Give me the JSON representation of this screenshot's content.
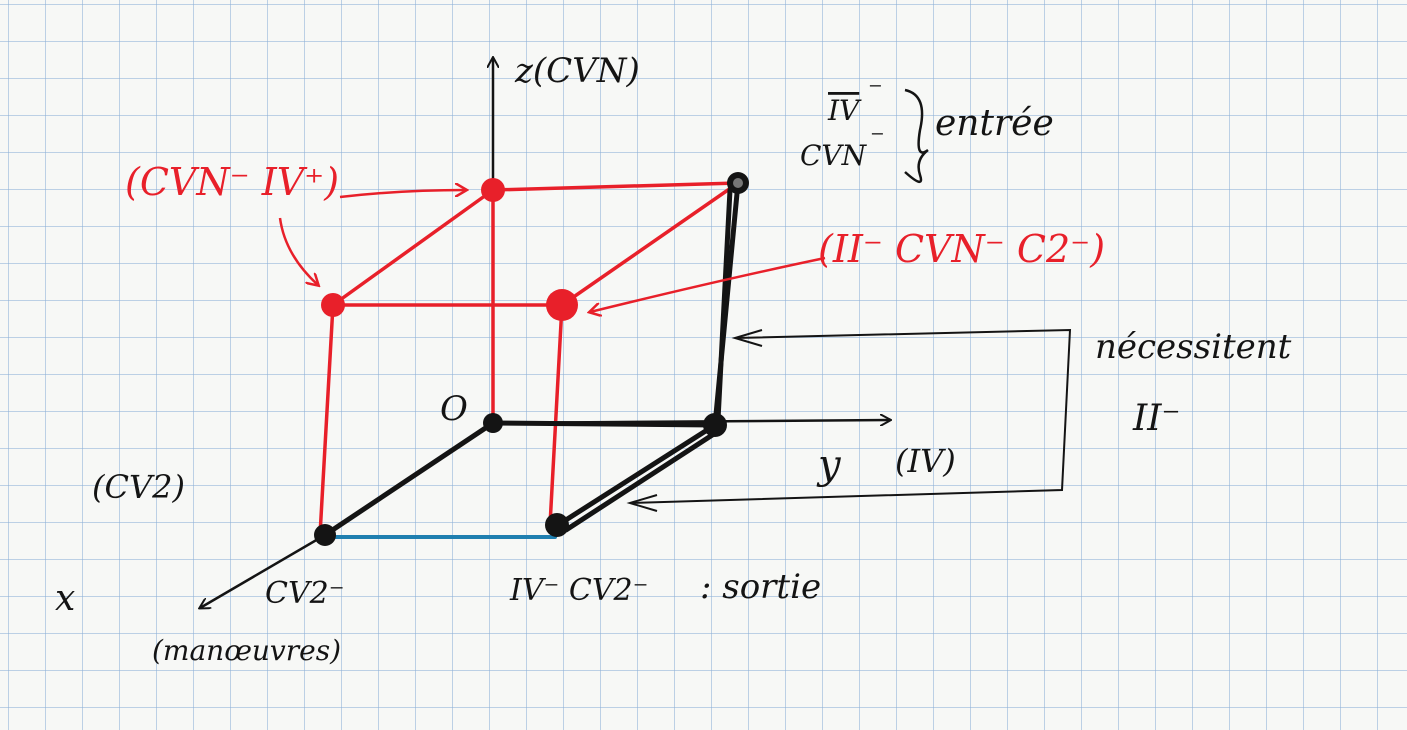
{
  "colors": {
    "ink": "#141414",
    "red": "#e8202a",
    "blue": "#1f7fb0",
    "grid": "#8cafd7",
    "paper": "#f7f8f6"
  },
  "axes": {
    "z": "z(CVN)",
    "y": "y",
    "y_annotation": "(IV)",
    "x": "x",
    "x_annotation": "(CV2)"
  },
  "labels": {
    "origin": "O",
    "entrée_top": "IV",
    "entrée_bottom": "CVN",
    "entrée_word": "entrée",
    "red_left": "(CVN⁻ IV⁺)",
    "red_right": "(II⁻ CVN⁻ C2⁻)",
    "nécessitent": "nécessitent",
    "nécessitent_value": "II⁻",
    "x_corner": "CV2⁻",
    "manoeuvres": "(manœuvres)",
    "sortie_prefix": "IV⁻ CV2⁻",
    "sortie_word": ": sortie"
  }
}
